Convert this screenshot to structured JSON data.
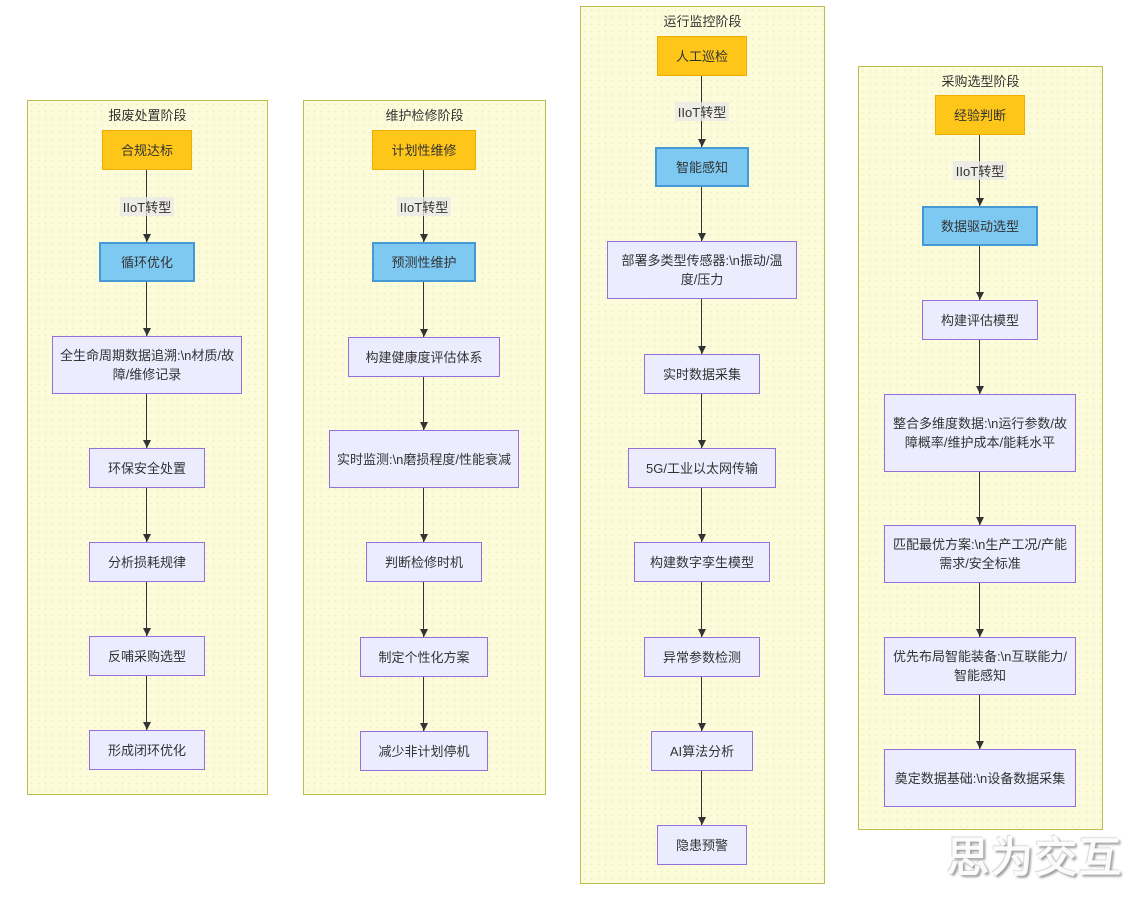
{
  "watermark": "思为交互",
  "colors": {
    "cluster_fill": "#fdfcda",
    "cluster_border": "#bcbc4f",
    "start_fill": "#ffc61a",
    "start_border": "#f0ad00",
    "transform_fill": "#7ec9f1",
    "transform_border": "#459ad5",
    "process_fill": "#ececff",
    "process_border": "#9370db",
    "arrow": "#333333",
    "text": "#333333"
  },
  "groups": [
    {
      "title": "报废处置阶段",
      "start": "合规达标",
      "edge_label": "IIoT转型",
      "transform": "循环优化",
      "steps": [
        "全生命周期数据追溯:\\n材质/故障/维修记录",
        "环保安全处置",
        "分析损耗规律",
        "反哺采购选型",
        "形成闭环优化"
      ]
    },
    {
      "title": "维护检修阶段",
      "start": "计划性维修",
      "edge_label": "IIoT转型",
      "transform": "预测性维护",
      "steps": [
        "构建健康度评估体系",
        "实时监测:\\n磨损程度/性能衰减",
        "判断检修时机",
        "制定个性化方案",
        "减少非计划停机"
      ]
    },
    {
      "title": "运行监控阶段",
      "start": "人工巡检",
      "edge_label": "IIoT转型",
      "transform": "智能感知",
      "steps": [
        "部署多类型传感器:\\n振动/温度/压力",
        "实时数据采集",
        "5G/工业以太网传输",
        "构建数字孪生模型",
        "异常参数检测",
        "AI算法分析",
        "隐患预警"
      ]
    },
    {
      "title": "采购选型阶段",
      "start": "经验判断",
      "edge_label": "IIoT转型",
      "transform": "数据驱动选型",
      "steps": [
        "构建评估模型",
        "整合多维度数据:\\n运行参数/故障概率/维护成本/能耗水平",
        "匹配最优方案:\\n生产工况/产能需求/安全标准",
        "优先布局智能装备:\\n互联能力/智能感知",
        "奠定数据基础:\\n设备数据采集"
      ]
    }
  ]
}
